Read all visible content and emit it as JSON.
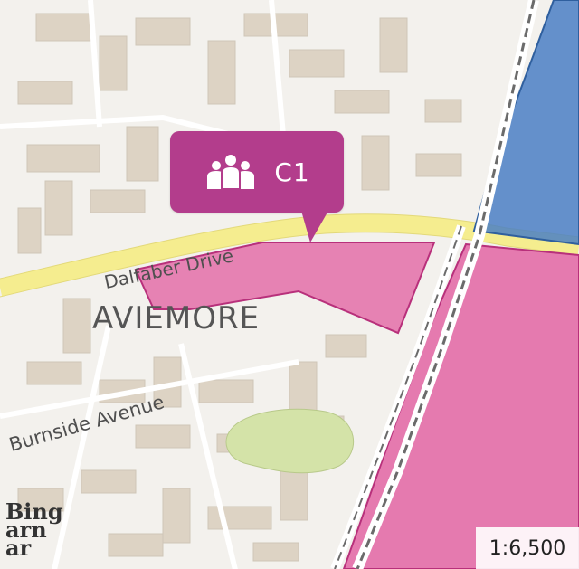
{
  "map": {
    "labels": {
      "road_dalfaber": "Dalfaber Drive",
      "town": "AVIEMORE",
      "road_burnside": "Burnside Avenue",
      "fragment_line1": "Bing",
      "fragment_line2": "arn",
      "fragment_line3": "ar"
    },
    "scale": "1:6,500"
  },
  "callout": {
    "label": "C1",
    "icon": "people-group-icon"
  },
  "colors": {
    "callout": "#b33d8c",
    "zone_pink": "#e0529a",
    "zone_blue": "#4a7fc4",
    "green_area": "#d4e3a8",
    "road_yellow": "#f5ed8f",
    "railway": "#6b6b6b"
  }
}
